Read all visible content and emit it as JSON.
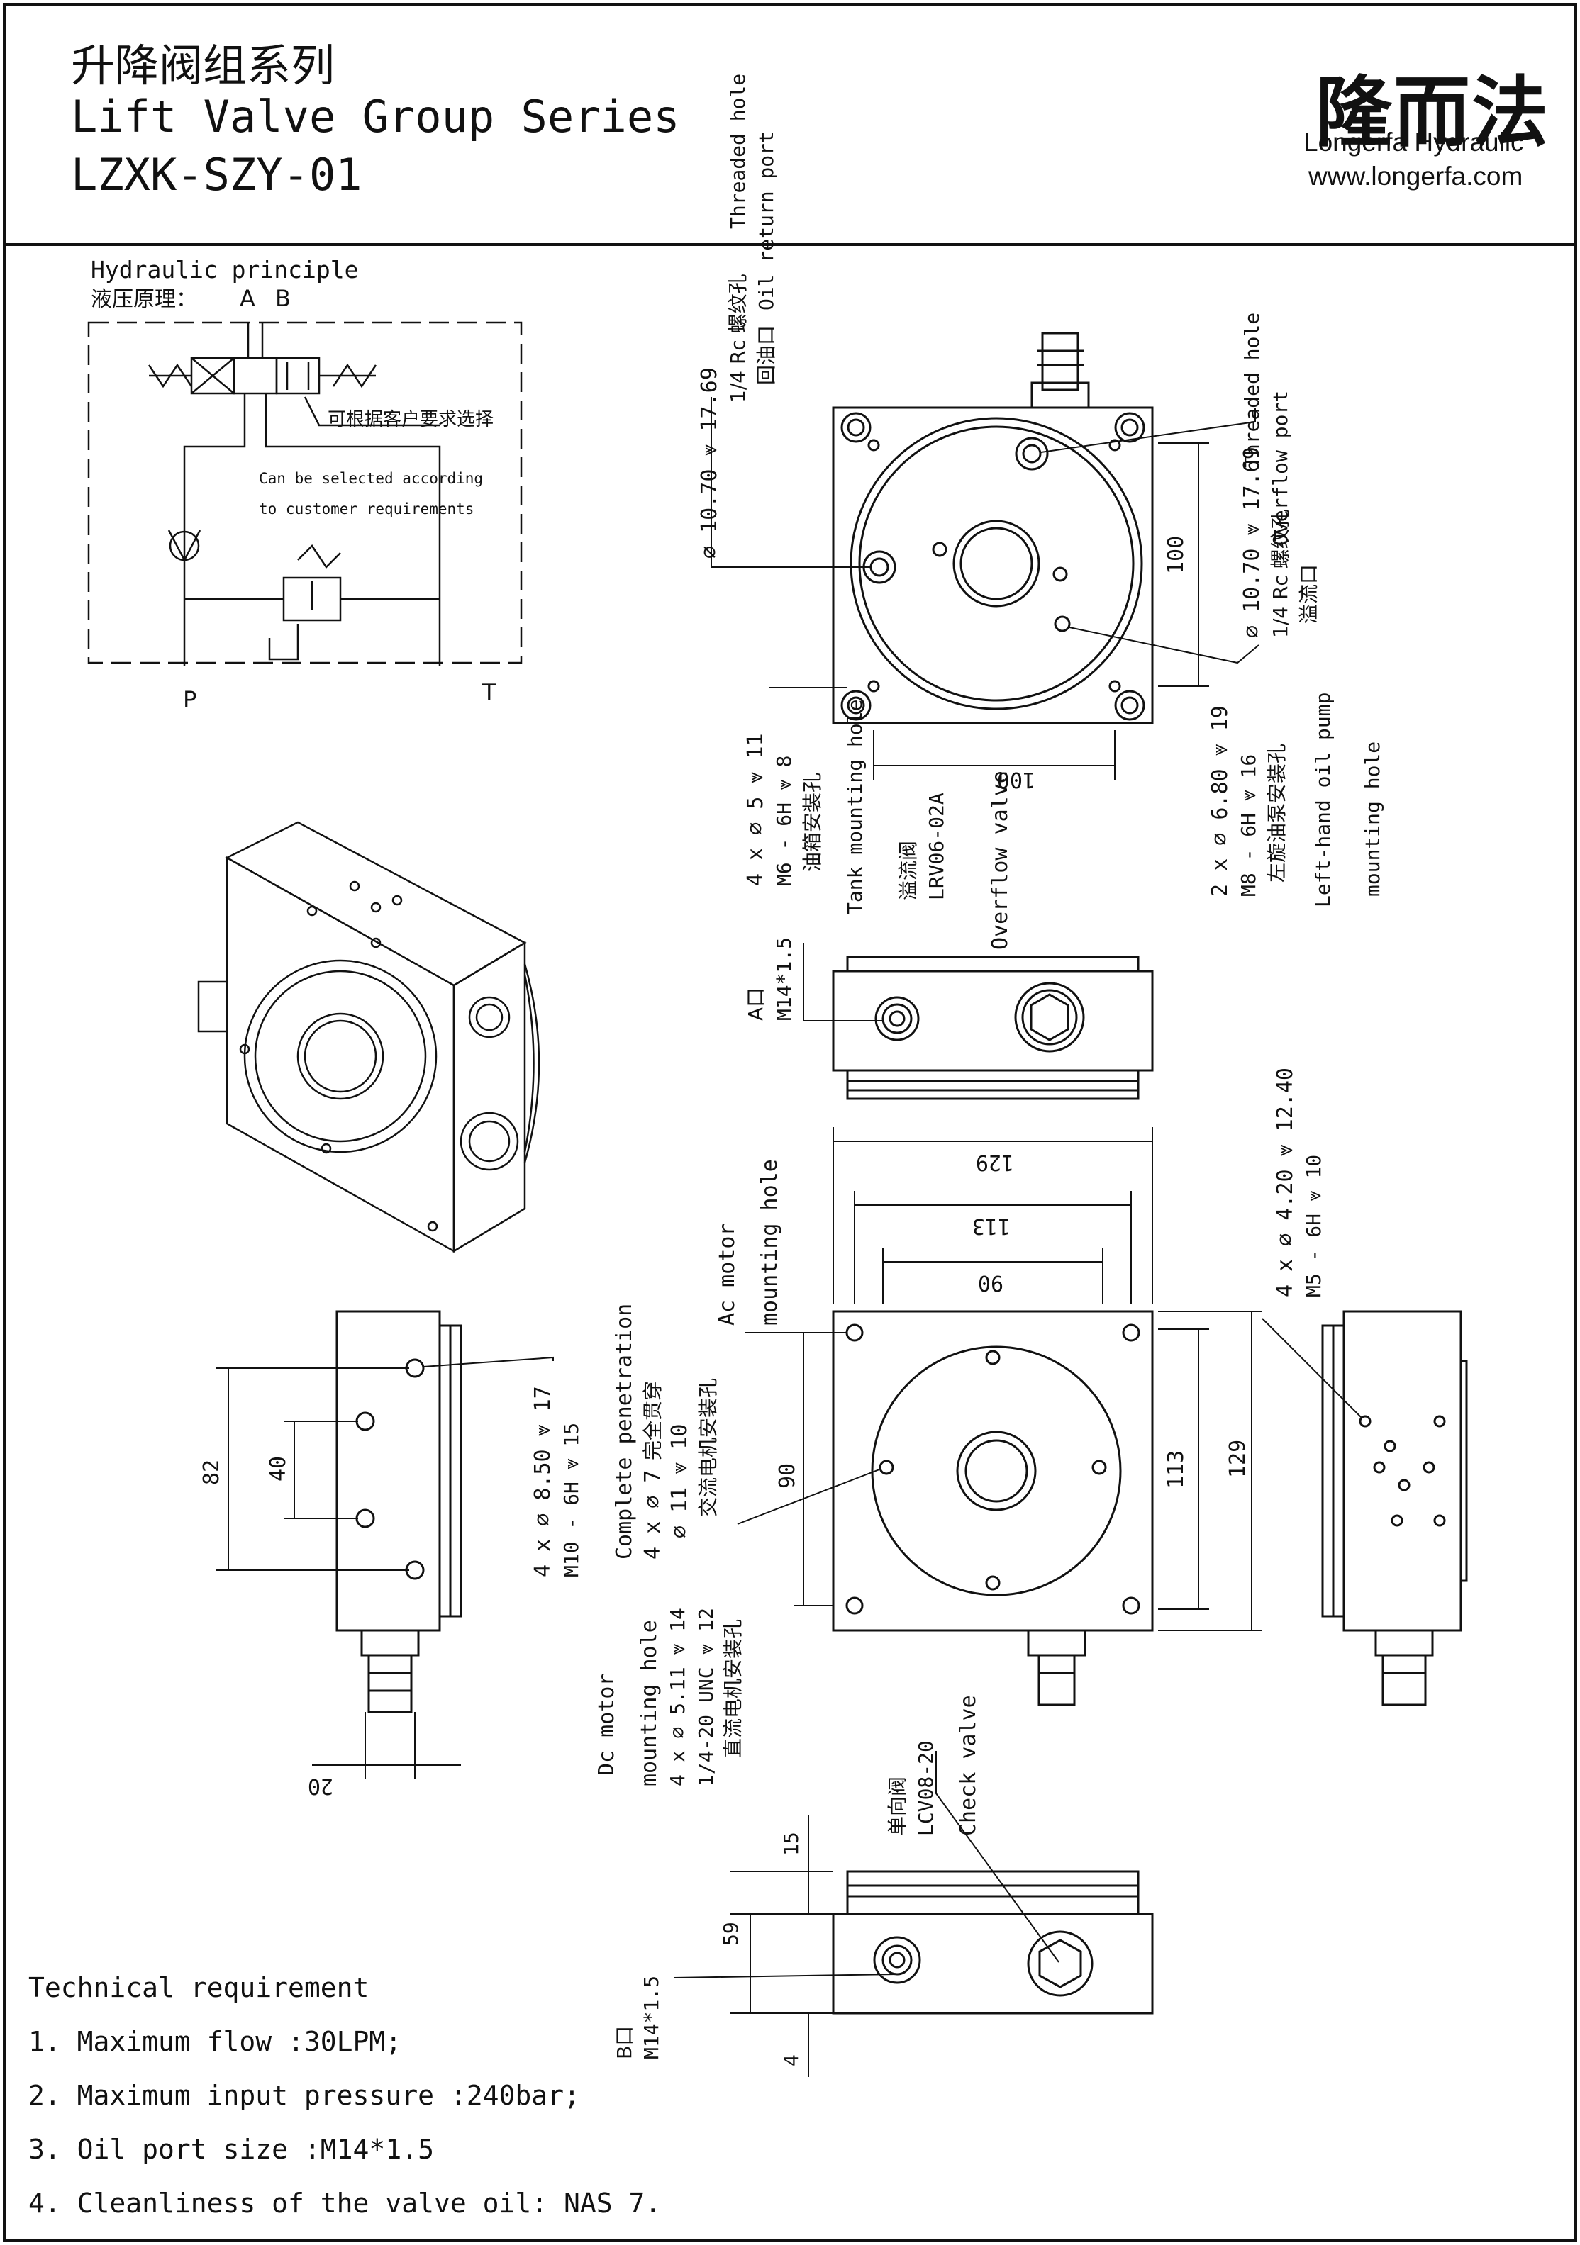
{
  "header": {
    "title_cn": "升降阀组系列",
    "title_en": "Lift Valve Group Series",
    "model": "LZXK-SZY-01"
  },
  "brand": {
    "name_cn": "隆而法",
    "name_en": "Longerfa Hydraulic",
    "url": "www.longerfa.com"
  },
  "schematic": {
    "title_en": "Hydraulic principle",
    "title_cn": "液压原理：",
    "port_a": "A",
    "port_b": "B",
    "port_p": "P",
    "port_t": "T",
    "note_cn": "可根据客户要求选择",
    "note_en_1": "Can be selected according",
    "note_en_2": "to customer requirements"
  },
  "top_view": {
    "return_cn": "1/4 Rc 螺纹孔",
    "return_en1": "Threaded hole",
    "return_cn2": "回油口",
    "return_en2": "Oil return port",
    "return_spec": "⌀ 10.70 ⩔ 17.69",
    "overflow_en1": "Threaded hole",
    "overflow_cn": "1/4 Rc 螺纹孔",
    "overflow_cn2": "溢流口",
    "overflow_en2": "Overflow port",
    "overflow_spec": "⌀ 10.70 ⩔ 17.69",
    "dim_100_v": "100",
    "dim_100_h": "100",
    "tank_spec": "4 x ⌀ 5 ⩔ 11",
    "tank_thread": "M6 - 6H ⩔ 8",
    "tank_cn": "油箱安装孔",
    "tank_en": "Tank mounting hole",
    "valve_cn": "溢流阀",
    "valve_model": "LRV06-02A",
    "valve_en": "Overflow valve",
    "pump_spec": "2 x ⌀ 6.80 ⩔ 19",
    "pump_thread": "M8 - 6H ⩔ 16",
    "pump_cn": "左旋油泵安装孔",
    "pump_en1": "Left-hand oil pump",
    "pump_en2": "mounting hole"
  },
  "side_top": {
    "port_cn": "A口",
    "port_spec": "M14*1.5"
  },
  "front_view": {
    "dim_129_w": "129",
    "dim_113_w": "113",
    "dim_90_w": "90",
    "dim_90_h": "90",
    "dim_113_h": "113",
    "dim_129_h": "129",
    "ac_en1": "Ac motor",
    "ac_en2": "mounting hole",
    "through_en": "Complete penetration",
    "through_cn": "完全贯穿",
    "ac_spec1": "4 x ⌀ 7",
    "ac_spec2": "⌀ 11 ⩔ 10",
    "ac_cn": "交流电机安装孔",
    "dc_en1": "Dc motor",
    "dc_en2": "mounting hole",
    "dc_spec": "4 x ⌀ 5.11 ⩔ 14",
    "dc_thread": "1/4-20 UNC ⩔ 12",
    "dc_cn": "直流电机安装孔",
    "m5_spec": "4 x ⌀ 4.20 ⩔ 12.40",
    "m5_thread": "M5 - 6H ⩔ 10"
  },
  "left_view": {
    "dim_82": "82",
    "dim_40": "40",
    "dim_20": "20",
    "m10_spec": "4 x ⌀ 8.50 ⩔ 17",
    "m10_thread": "M10 - 6H ⩔ 15"
  },
  "bottom_view": {
    "check_cn": "单向阀",
    "check_model": "LCV08-20",
    "check_en": "Check valve",
    "dim_15": "15",
    "dim_59": "59",
    "dim_4": "4",
    "port_cn": "B口",
    "port_spec": "M14*1.5"
  },
  "tech": {
    "heading": "Technical requirement",
    "items": [
      "1. Maximum flow :30LPM;",
      "2. Maximum input pressure :240bar;",
      "3. Oil port size :M14*1.5",
      "4. Cleanliness of the valve oil: NAS 7."
    ]
  }
}
